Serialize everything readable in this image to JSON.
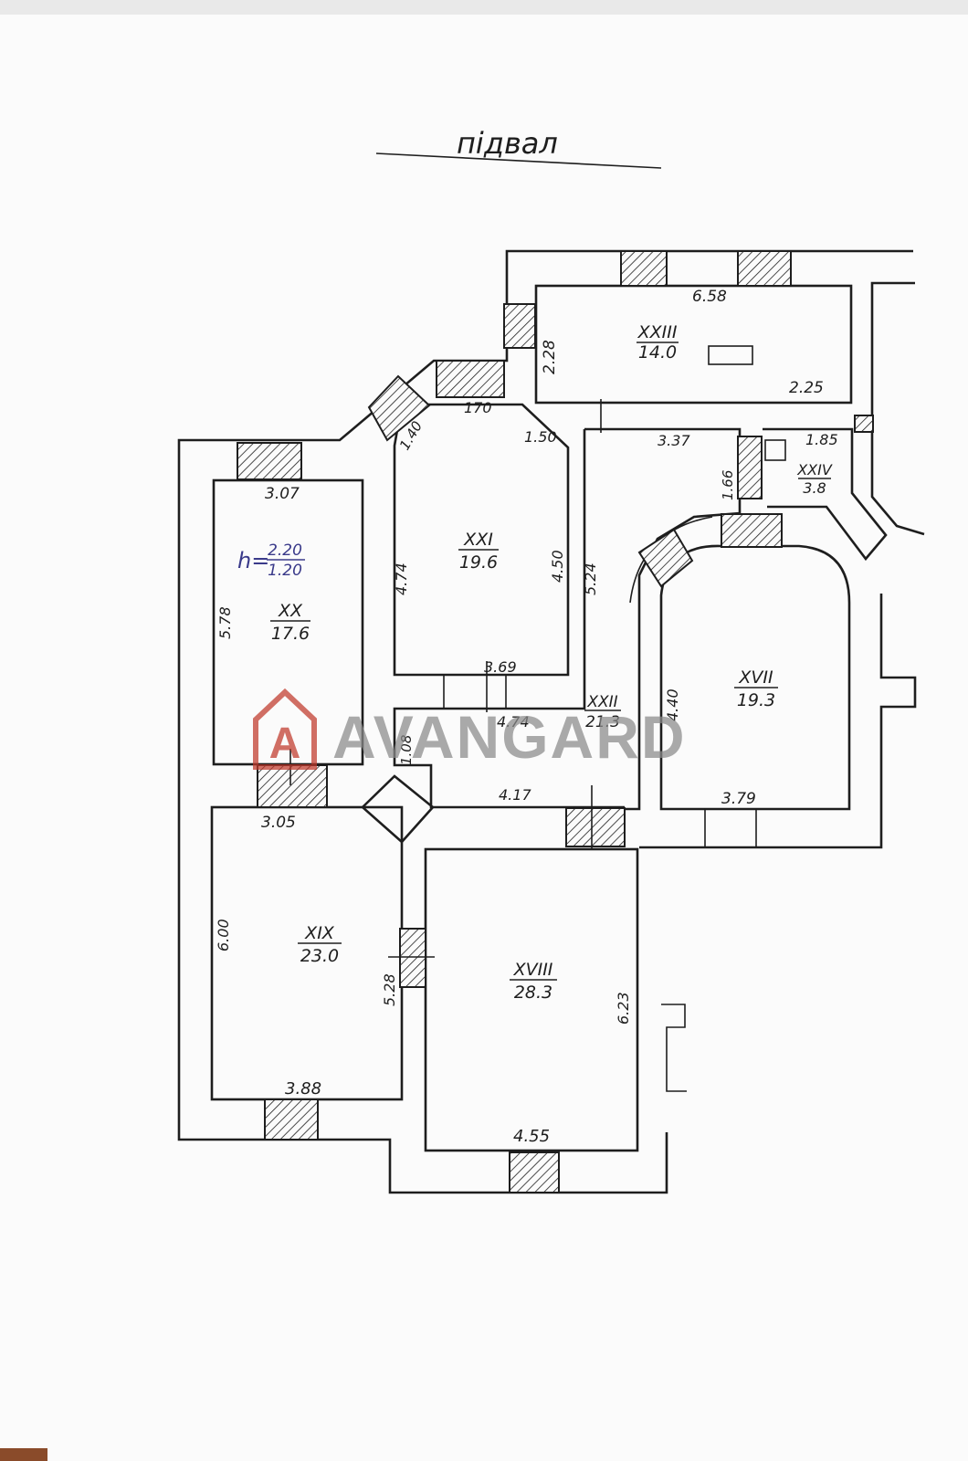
{
  "title": "підвал",
  "note": {
    "prefix": "h=",
    "numerator": "2.20",
    "denominator": "1.20"
  },
  "rooms": [
    {
      "id": "XXIII",
      "area": "14.0"
    },
    {
      "id": "XXIV",
      "area": "3.8"
    },
    {
      "id": "XXI",
      "area": "19.6"
    },
    {
      "id": "XX",
      "area": "17.6"
    },
    {
      "id": "XXII",
      "area": "21.3"
    },
    {
      "id": "XVII",
      "area": "19.3"
    },
    {
      "id": "XIX",
      "area": "23.0"
    },
    {
      "id": "XVIII",
      "area": "28.3"
    }
  ],
  "dimensions": {
    "d658": "6.58",
    "d228": "2.28",
    "d225": "2.25",
    "d170": "170",
    "d140": "1.40",
    "d150": "1.50",
    "d337": "3.37",
    "d166": "1.66",
    "d185": "1.85",
    "d307": "3.07",
    "d578": "5.78",
    "d474": "4.74",
    "d450": "4.50",
    "d524": "5.24",
    "d369": "3.69",
    "d440": "4.40",
    "d474b": "4.74",
    "d108": "1.08",
    "d417": "4.17",
    "d379": "3.79",
    "d305": "3.05",
    "d600": "6.00",
    "d528": "5.28",
    "d623": "6.23",
    "d388": "3.88",
    "d455": "4.55"
  },
  "watermark": {
    "text": "AVANGARD",
    "logo_letter": "A",
    "color": "#c0392b",
    "text_color": "#8a8a8a"
  }
}
